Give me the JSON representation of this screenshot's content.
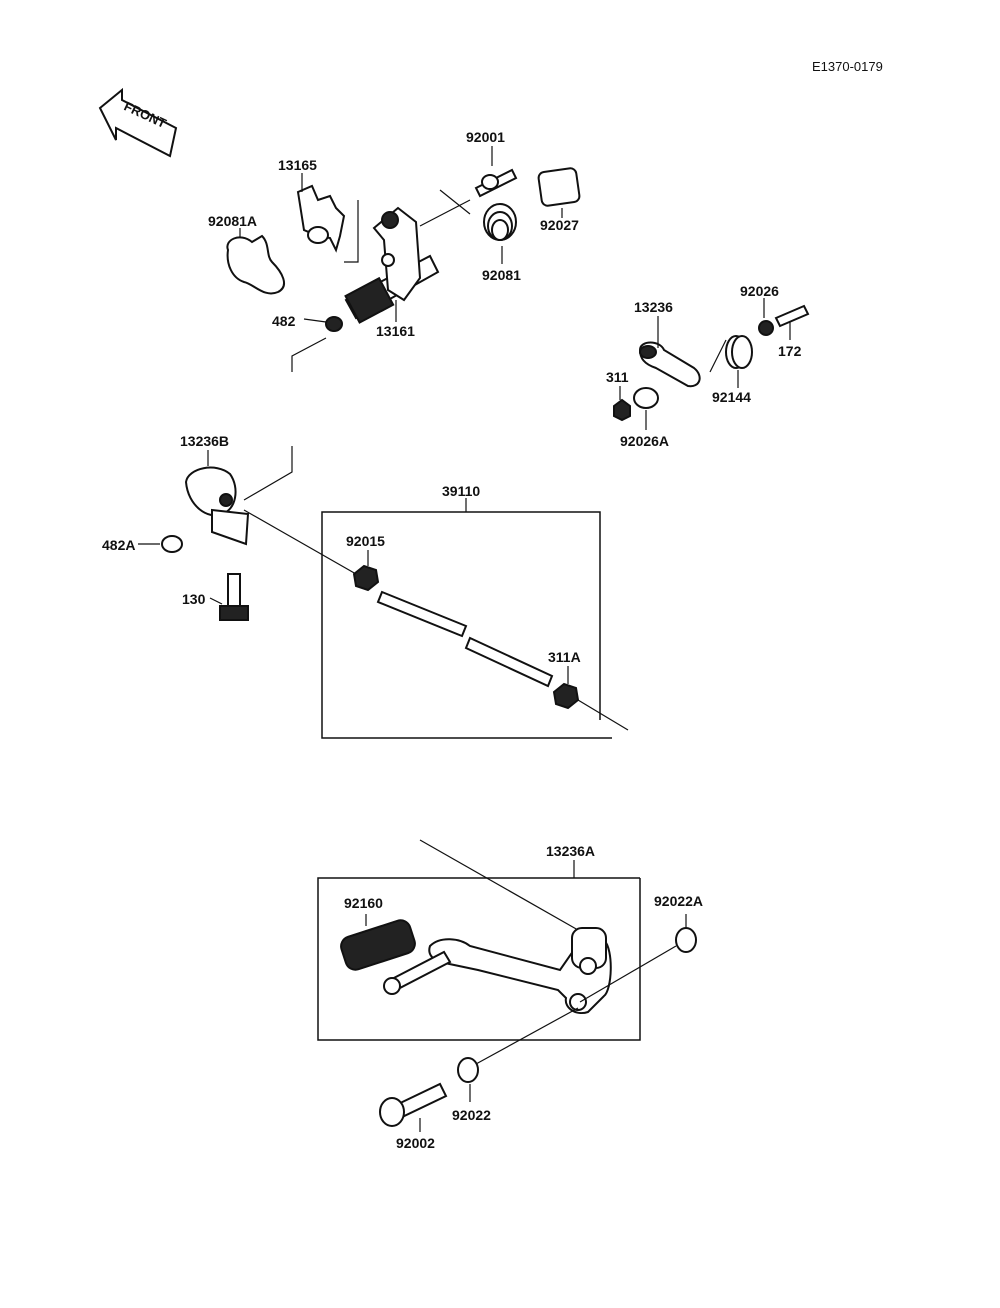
{
  "diagram_code": "E1370-0179",
  "front_arrow_text": "FRONT",
  "parts": {
    "p92001": "92001",
    "p13165": "13165",
    "p92081A": "92081A",
    "p92027": "92027",
    "p92081": "92081",
    "p482": "482",
    "p13161": "13161",
    "p13236": "13236",
    "p92026": "92026",
    "p172": "172",
    "p311": "311",
    "p92144": "92144",
    "p92026A": "92026A",
    "p13236B": "13236B",
    "p39110": "39110",
    "p92015": "92015",
    "p482A": "482A",
    "p130": "130",
    "p311A": "311A",
    "p13236A": "13236A",
    "p92022A": "92022A",
    "p92160": "92160",
    "p92022": "92022",
    "p92002": "92002"
  }
}
